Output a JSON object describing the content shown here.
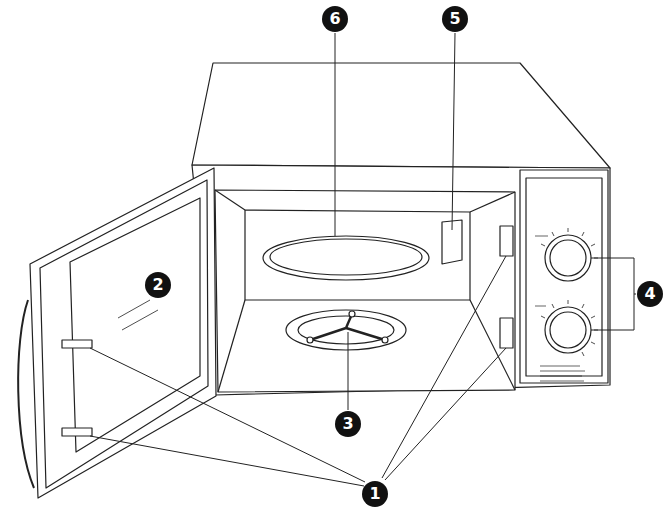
{
  "diagram": {
    "labels": [
      "6",
      "5",
      "2",
      "4",
      "3",
      "1"
    ]
  }
}
